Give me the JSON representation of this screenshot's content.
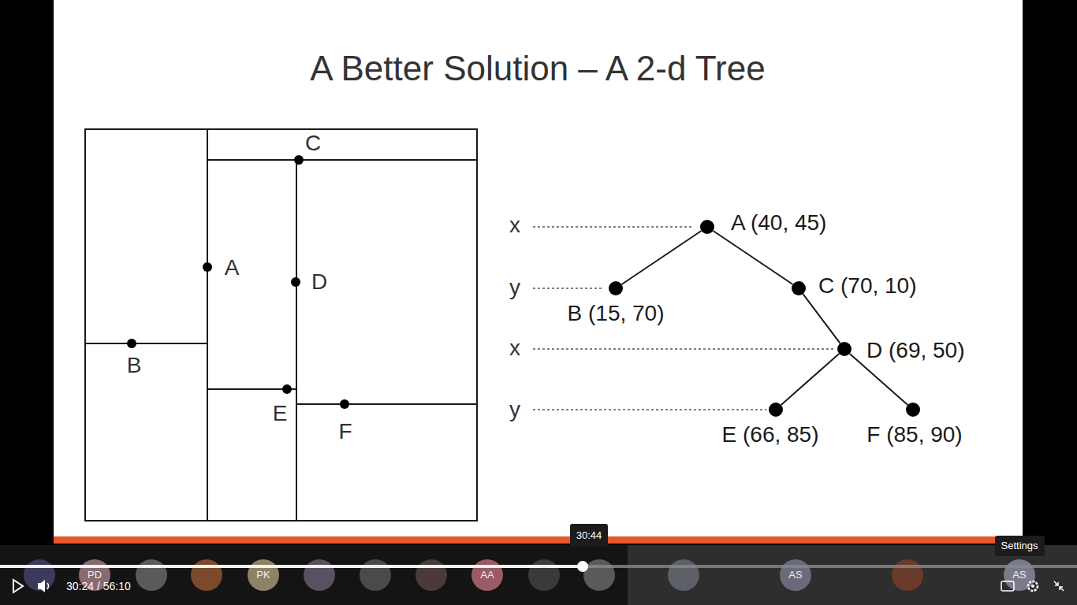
{
  "diagram": {
    "title": "A Better Solution – A 2-d Tree",
    "nodes": [
      {
        "text": [
          "A (40, 45)"
        ]
      },
      {
        "text": [
          "B (15, 70)"
        ]
      },
      {
        "text": [
          "C (70, 10)"
        ]
      },
      {
        "text": [
          "D (69, 50)"
        ]
      },
      {
        "text": [
          "E (66, 85)"
        ]
      },
      {
        "text": [
          "F (85, 90)"
        ]
      }
    ],
    "edges": [
      {
        "from": 0,
        "to": 1,
        "arrow": "none"
      },
      {
        "from": 0,
        "to": 2,
        "arrow": "none"
      },
      {
        "from": 2,
        "to": 3,
        "arrow": "none"
      },
      {
        "from": 3,
        "to": 4,
        "arrow": "none"
      },
      {
        "from": 3,
        "to": 5,
        "arrow": "none"
      }
    ],
    "labels": [
      "x",
      "y",
      "x",
      "y",
      "C",
      "A",
      "D",
      "B",
      "E",
      "F",
      "30:44",
      "Settings",
      "30:24 / 56:10",
      "PD",
      "PK",
      "AA",
      "AS",
      "AS"
    ]
  }
}
